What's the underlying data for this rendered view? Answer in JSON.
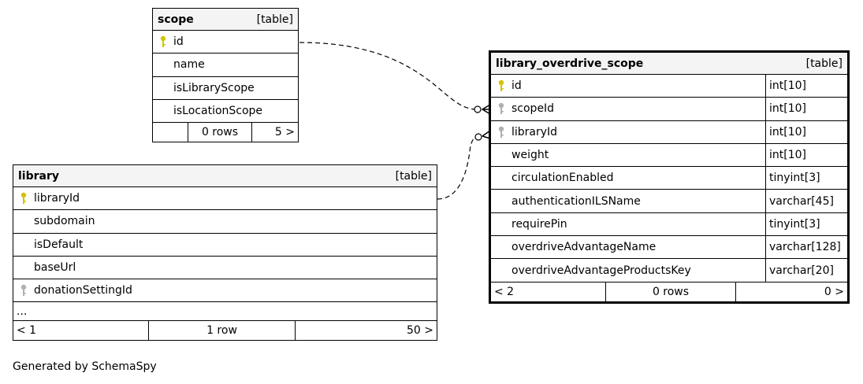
{
  "scope": {
    "name": "scope",
    "tag": "[table]",
    "columns": [
      "id",
      "name",
      "isLibraryScope",
      "isLocationScope"
    ],
    "footer": {
      "left": "",
      "mid": "0 rows",
      "right": "5 >"
    }
  },
  "library": {
    "name": "library",
    "tag": "[table]",
    "columns": [
      "libraryId",
      "subdomain",
      "isDefault",
      "baseUrl",
      "donationSettingId"
    ],
    "more": "...",
    "footer": {
      "left": "< 1",
      "mid": "1 row",
      "right": "50 >"
    }
  },
  "library_overdrive_scope": {
    "name": "library_overdrive_scope",
    "tag": "[table]",
    "columns": [
      {
        "name": "id",
        "type": "int[10]"
      },
      {
        "name": "scopeId",
        "type": "int[10]"
      },
      {
        "name": "libraryId",
        "type": "int[10]"
      },
      {
        "name": "weight",
        "type": "int[10]"
      },
      {
        "name": "circulationEnabled",
        "type": "tinyint[3]"
      },
      {
        "name": "authenticationILSName",
        "type": "varchar[45]"
      },
      {
        "name": "requirePin",
        "type": "tinyint[3]"
      },
      {
        "name": "overdriveAdvantageName",
        "type": "varchar[128]"
      },
      {
        "name": "overdriveAdvantageProductsKey",
        "type": "varchar[20]"
      }
    ],
    "footer": {
      "left": "< 2",
      "mid": "0 rows",
      "right": "0 >"
    }
  },
  "generated_by": "Generated by SchemaSpy",
  "colors": {
    "primary_key": "#d4c300",
    "foreign_key": "#b0b0b0",
    "header_bg": "#f4f4f4"
  }
}
